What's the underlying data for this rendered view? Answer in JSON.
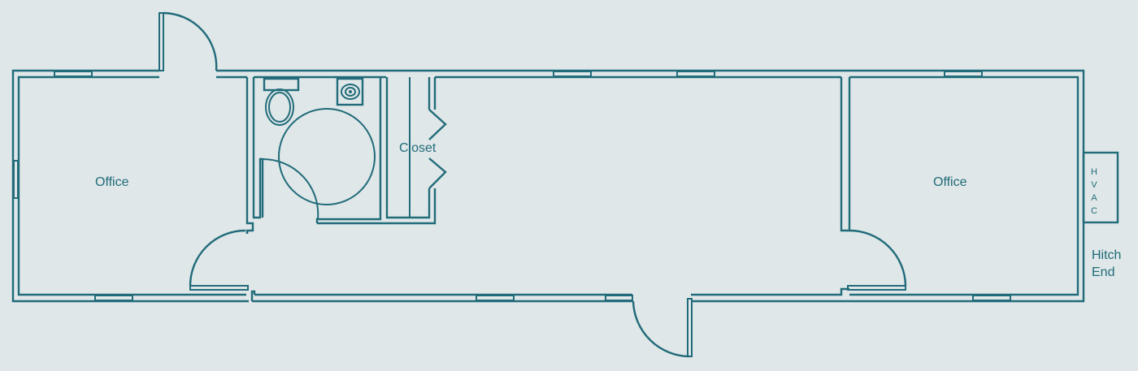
{
  "plan": {
    "stroke_color": "#216b7a",
    "background": "#dfe7e8",
    "rooms": [
      {
        "id": "office-left",
        "label": "Office"
      },
      {
        "id": "closet",
        "label": "Closet"
      },
      {
        "id": "office-right",
        "label": "Office"
      }
    ],
    "hvac": {
      "letters": [
        "H",
        "V",
        "A",
        "C"
      ]
    },
    "hitch": {
      "line1": "Hitch",
      "line2": "End"
    }
  }
}
